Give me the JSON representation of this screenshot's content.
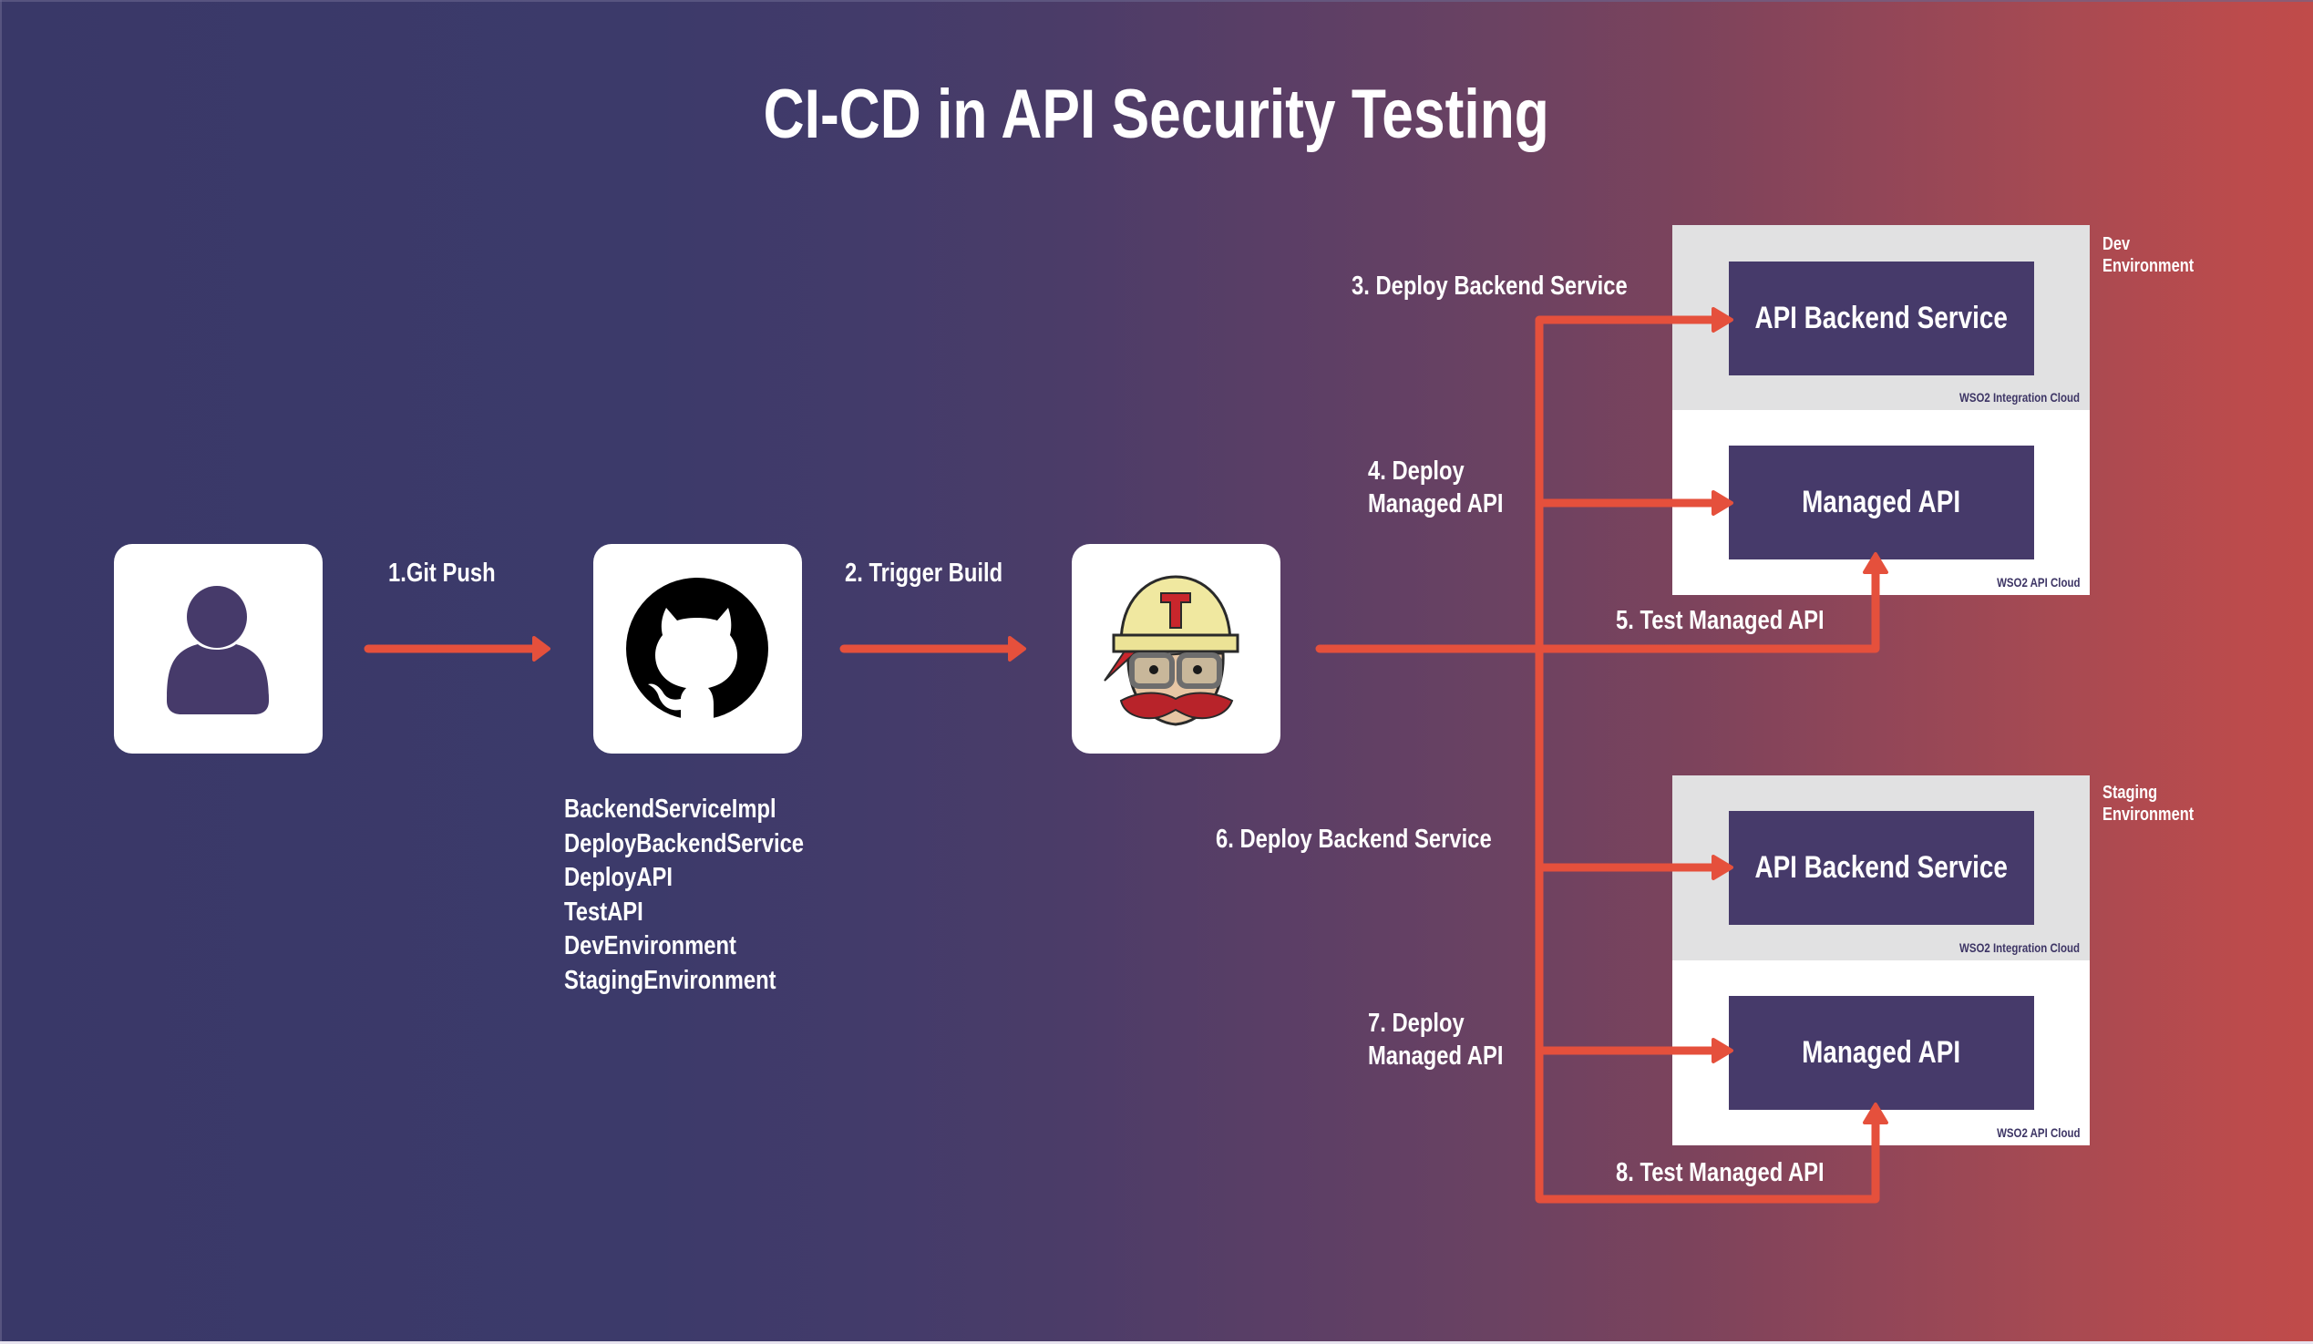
{
  "title": "CI-CD in API Security Testing",
  "colors": {
    "arrow": "#e5503c",
    "service_box": "#463a6a",
    "env_gray": "#e1e1e2",
    "env_white": "#ffffff",
    "cloud_tag_text": "#3d3565",
    "gradient_left": "#393868",
    "gradient_right": "#c04b4a"
  },
  "nodes": {
    "developer": {
      "icon": "user-icon"
    },
    "github": {
      "icon": "github-octocat-icon"
    },
    "travis": {
      "icon": "travis-ci-mascot-icon",
      "hat_letter": "T"
    }
  },
  "steps": {
    "s1": "1.Git Push",
    "s2": "2. Trigger Build",
    "s3": "3. Deploy Backend Service",
    "s4_line1": "4. Deploy",
    "s4_line2": "Managed API",
    "s5": "5. Test Managed API",
    "s6": "6. Deploy Backend Service",
    "s7_line1": "7. Deploy",
    "s7_line2": "Managed API",
    "s8": "8. Test Managed API"
  },
  "repo_files": [
    "BackendServiceImpl",
    "DeployBackendService",
    "DeployAPI",
    "TestAPI",
    "DevEnvironment",
    "StagingEnvironment"
  ],
  "environments": [
    {
      "label_line1": "Dev",
      "label_line2": "Environment",
      "backend_service": "API Backend Service",
      "backend_cloud": "WSO2 Integration Cloud",
      "managed_api": "Managed API",
      "api_cloud": "WSO2 API Cloud"
    },
    {
      "label_line1": "Staging",
      "label_line2": "Environment",
      "backend_service": "API Backend Service",
      "backend_cloud": "WSO2 Integration Cloud",
      "managed_api": "Managed API",
      "api_cloud": "WSO2 API Cloud"
    }
  ]
}
